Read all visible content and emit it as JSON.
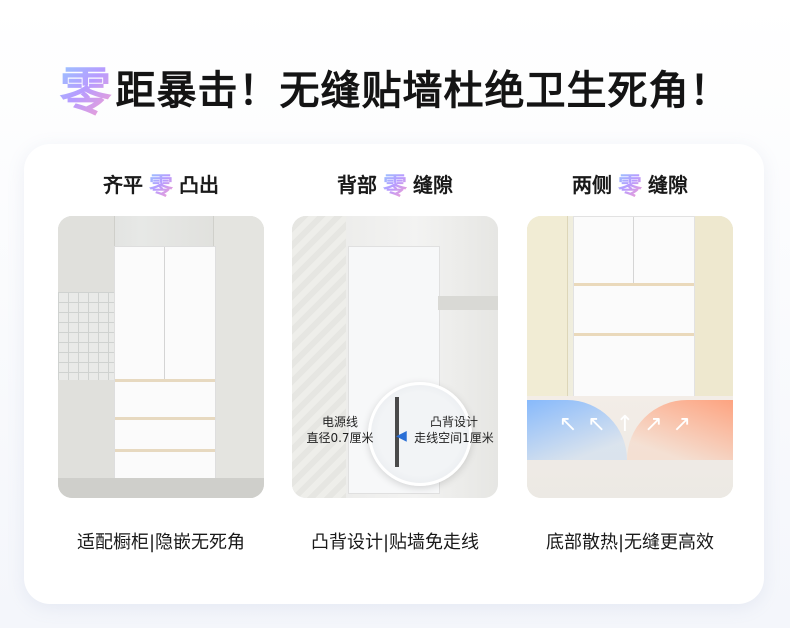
{
  "headline": {
    "zero": "零",
    "text": "距暴击！无缝贴墙杜绝卫生死角！"
  },
  "columns": [
    {
      "title_left": "齐平",
      "zero": "零",
      "title_right": "凸出",
      "caption": "适配橱柜|隐嵌无死角"
    },
    {
      "title_left": "背部",
      "zero": "零",
      "title_right": "缝隙",
      "caption": "凸背设计|贴墙免走线",
      "annotation_left": {
        "line1": "电源线",
        "line2": "直径0.7厘米"
      },
      "annotation_right": {
        "line1": "凸背设计",
        "line2": "走线空间1厘米"
      }
    },
    {
      "title_left": "两侧",
      "zero": "零",
      "title_right": "缝隙",
      "caption": "底部散热|无缝更高效"
    }
  ],
  "colors": {
    "cool_flow": "#74b0ff",
    "warm_flow": "#ff966e",
    "zero_gradient": [
      "#8fd1ff",
      "#b79cff",
      "#ff9fc6"
    ]
  }
}
